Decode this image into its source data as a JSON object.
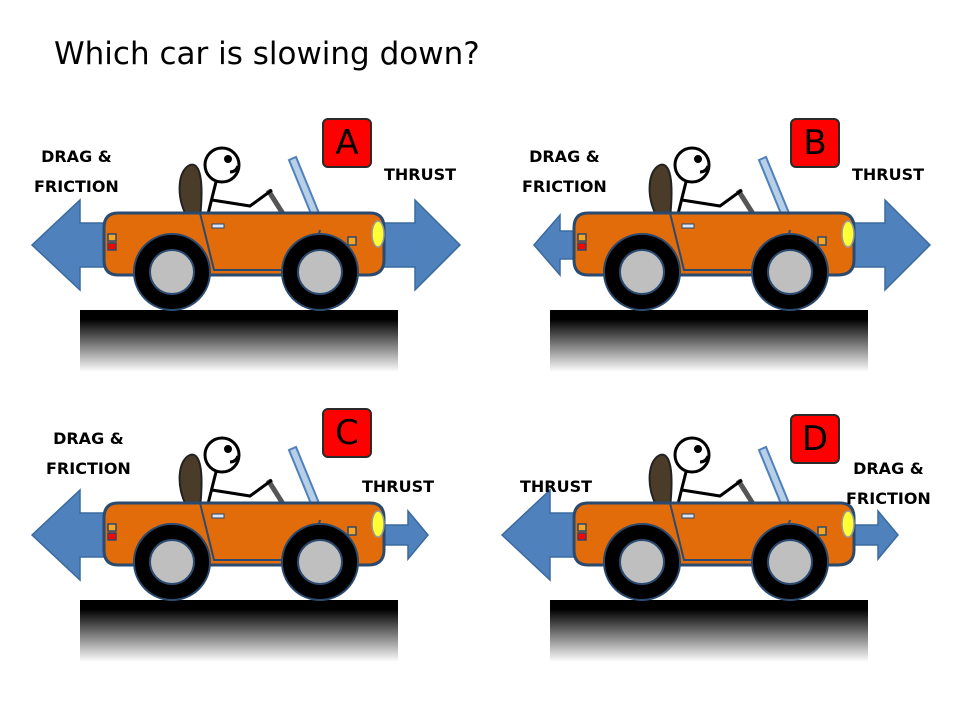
{
  "title": "Which car is slowing down?",
  "colors": {
    "arrow": "#4f81bd",
    "car_body": "#e36c0a",
    "badge": "#ff0000",
    "ground_top": "#000000",
    "ground_bottom": "#ffffff"
  },
  "panels": [
    {
      "letter": "A",
      "left_label": [
        "DRAG &",
        "FRICTION"
      ],
      "right_label": [
        "THRUST"
      ],
      "left_force": "large",
      "right_force": "large"
    },
    {
      "letter": "B",
      "left_label": [
        "DRAG &",
        "FRICTION"
      ],
      "right_label": [
        "THRUST"
      ],
      "left_force": "small",
      "right_force": "large"
    },
    {
      "letter": "C",
      "left_label": [
        "DRAG &",
        "FRICTION"
      ],
      "right_label": [
        "THRUST"
      ],
      "left_force": "large",
      "right_force": "small"
    },
    {
      "letter": "D",
      "left_label": [
        "THRUST"
      ],
      "right_label": [
        "DRAG &",
        "FRICTION"
      ],
      "left_force": "large",
      "right_force": "small"
    }
  ]
}
